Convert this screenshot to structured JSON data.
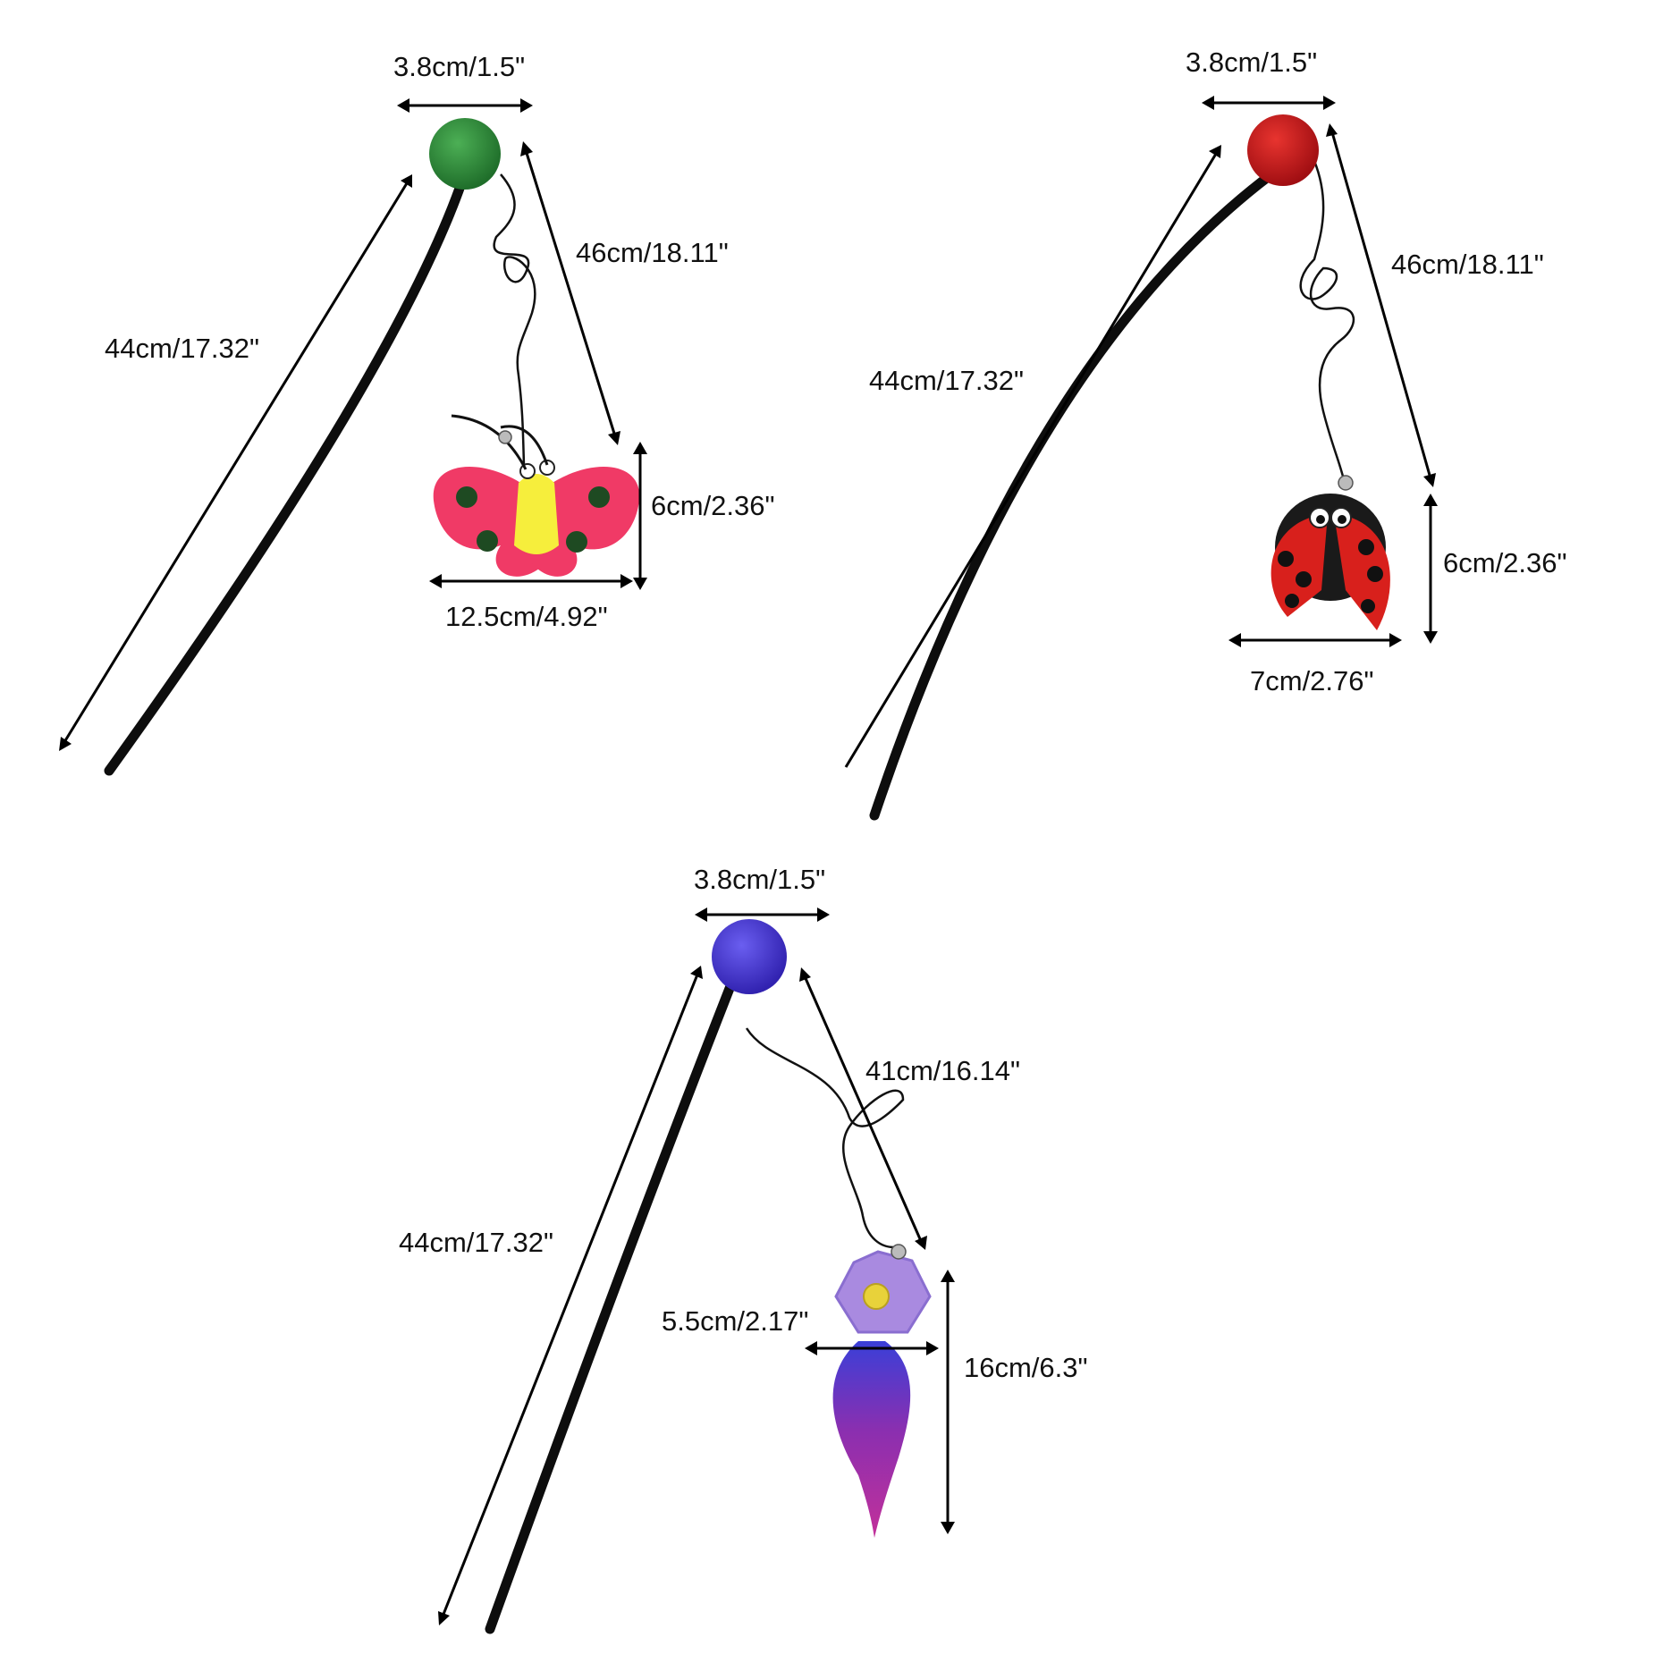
{
  "colors": {
    "background": "#ffffff",
    "wand": "#0d0d0d",
    "green_pom": "#2f8a3a",
    "red_pom": "#c8141a",
    "blue_pom": "#4a3bd0",
    "butterfly_wing": "#f03a66",
    "butterfly_body": "#f6ee3c",
    "butterfly_spots": "#1e4a22",
    "ladybug_shell": "#d8201c",
    "flower_petal": "#a98ae0",
    "flower_center": "#e8d23a",
    "feather_purple": "#8a2fb0",
    "feather_blue": "#3a3fd8"
  },
  "toys": [
    {
      "name": "butterfly",
      "dimensions": {
        "pom": "3.8cm/1.5\"",
        "string": "46cm/18.11\"",
        "rod": "44cm/17.32\"",
        "height": "6cm/2.36\"",
        "width": "12.5cm/4.92\""
      }
    },
    {
      "name": "ladybug",
      "dimensions": {
        "pom": "3.8cm/1.5\"",
        "string": "46cm/18.11\"",
        "rod": "44cm/17.32\"",
        "height": "6cm/2.36\"",
        "width": "7cm/2.76\""
      }
    },
    {
      "name": "flower",
      "dimensions": {
        "pom": "3.8cm/1.5\"",
        "string": "41cm/16.14\"",
        "rod": "44cm/17.32\"",
        "height": "16cm/6.3\"",
        "width": "5.5cm/2.17\""
      }
    }
  ]
}
